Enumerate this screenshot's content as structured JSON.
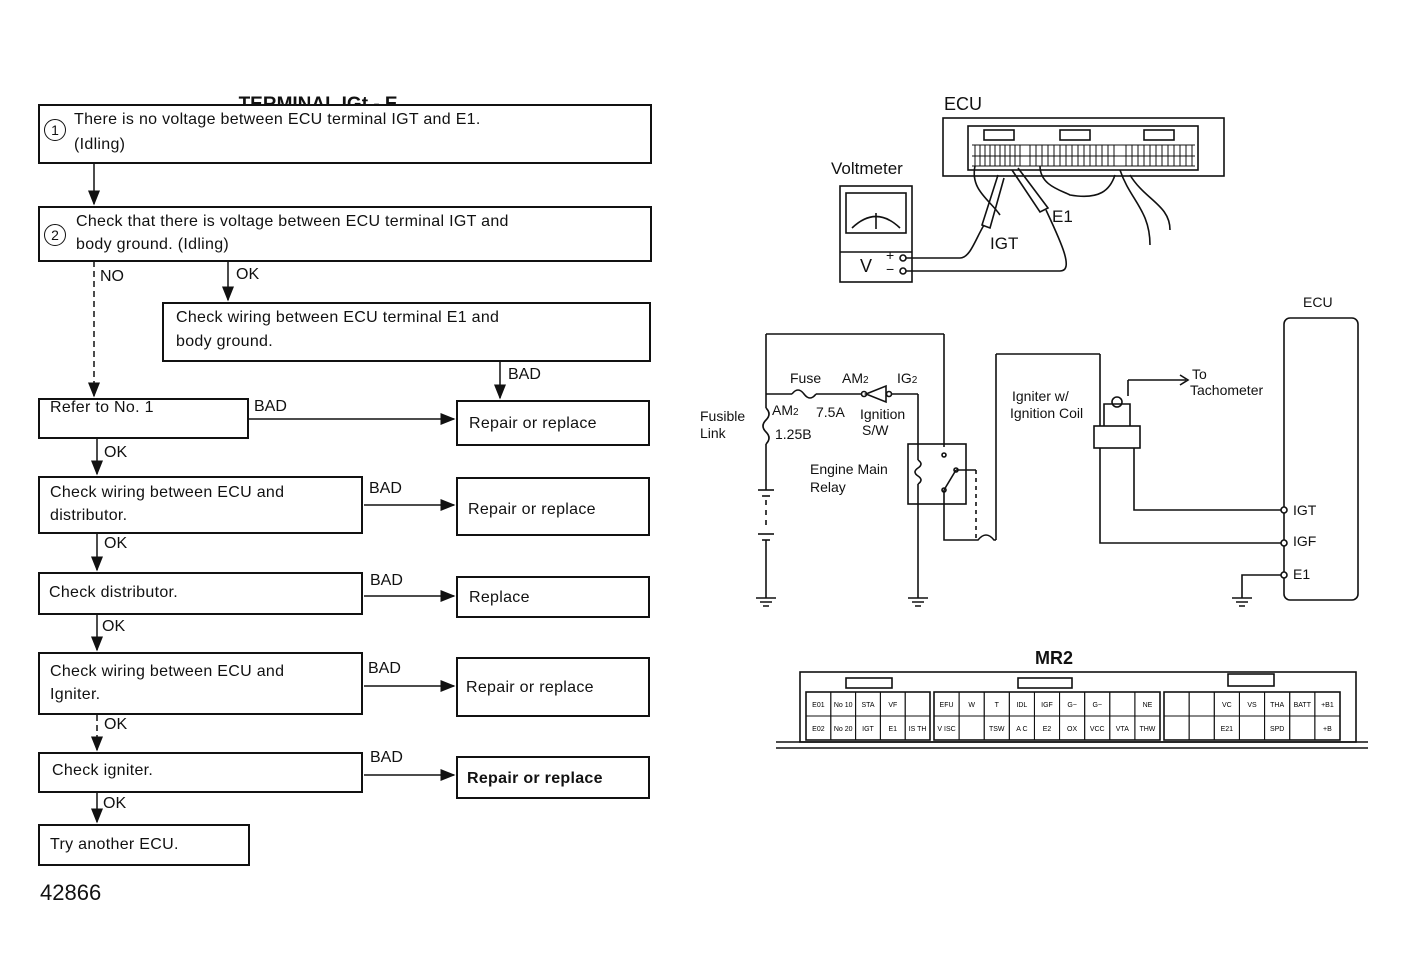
{
  "flowchart": {
    "title": "TERMINAL IGt - E",
    "title_sub": "1",
    "step1": {
      "num": "1",
      "line1": "There is no voltage between ECU terminal IGT and E1.",
      "line2": "(Idling)"
    },
    "step2": {
      "num": "2",
      "line1": "Check that there is voltage between ECU terminal IGT and",
      "line2": "body ground. (Idling)"
    },
    "no_label": "NO",
    "ok_label": "OK",
    "bad_label": "BAD",
    "check_e1": {
      "line1": "Check wiring between ECU terminal E1 and",
      "line2": "body ground."
    },
    "refer": "Refer to No. 1",
    "check_dist_wiring": {
      "line1": "Check wiring between ECU and",
      "line2": "distributor."
    },
    "check_dist": "Check distributor.",
    "check_igniter_wiring": {
      "line1": "Check wiring between ECU and",
      "line2": "Igniter."
    },
    "check_igniter": "Check igniter.",
    "try_ecu": "Try another ECU.",
    "repair": "Repair or replace",
    "replace": "Replace",
    "figure_number": "42866"
  },
  "meter_diagram": {
    "ecu_label": "ECU",
    "voltmeter_label": "Voltmeter",
    "v_label": "V",
    "plus": "+",
    "minus": "−",
    "igt_label": "IGT",
    "e1_label": "E1"
  },
  "circuit": {
    "ecu_label": "ECU",
    "fuse": "Fuse",
    "am2": "AM",
    "ig2": "IG",
    "sub2": "2",
    "am2_fuse_rating": "7.5A",
    "ignition_sw_line1": "Ignition",
    "ignition_sw_line2": "S/W",
    "fusible_line1": "Fusible",
    "fusible_line2": "Link",
    "link_am2": "AM",
    "link_rating": "1.25B",
    "relay_line1": "Engine Main",
    "relay_line2": "Relay",
    "igniter_line1": "Igniter w/",
    "igniter_line2": "Ignition Coil",
    "to_tach_line1": "To",
    "to_tach_line2": "Tachometer",
    "pin_igt": "IGT",
    "pin_igf": "IGF",
    "pin_e1": "E1"
  },
  "connector": {
    "title": "MR2",
    "row1": [
      "E01",
      "No 10",
      "STA",
      "VF",
      "",
      "EFU",
      "W",
      "T",
      "IDL",
      "IGF",
      "G−",
      "G−",
      "",
      "NE",
      "",
      "",
      "VC",
      "VS",
      "THA",
      "BATT",
      "+B1"
    ],
    "row2": [
      "E02",
      "No 20",
      "IGT",
      "E1",
      "IS TH",
      "V ISC",
      "",
      "TSW",
      "A C",
      "E2",
      "OX",
      "VCC",
      "VTA",
      "THW",
      "",
      "",
      "E21",
      "",
      "SPD",
      "",
      "+B"
    ]
  }
}
